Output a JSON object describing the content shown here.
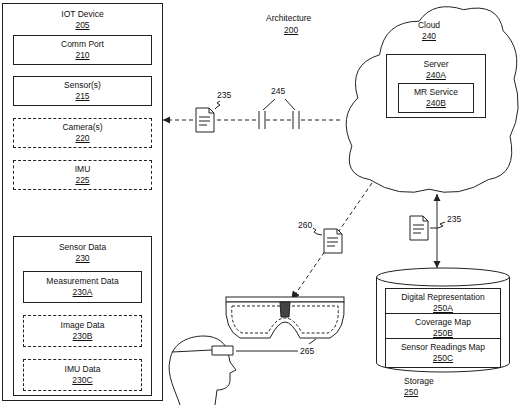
{
  "diagram": {
    "nodes": [
      {
        "text": [
          "IOT Device",
          "205"
        ]
      },
      {
        "text": [
          "Comm Port",
          "210"
        ],
        "in": 0
      },
      {
        "text": [
          "Sensor(s)",
          "215"
        ],
        "in": 0
      },
      {
        "text": [
          "Camera(s)",
          "220"
        ],
        "in": 0
      },
      {
        "text": [
          "IMU",
          "225"
        ],
        "in": 0
      },
      {
        "text": [
          "Sensor Data",
          "230"
        ],
        "in": 0
      },
      {
        "text": [
          "Measurement Data",
          "230A"
        ],
        "in": 5
      },
      {
        "text": [
          "Image Data",
          "230B"
        ],
        "in": 5
      },
      {
        "text": [
          "IMU Data",
          "230C"
        ],
        "in": 5
      },
      {
        "text": [
          "Cloud",
          "240"
        ]
      },
      {
        "text": [
          "Server",
          "240A"
        ],
        "in": 9
      },
      {
        "text": [
          "MR Service",
          "240B"
        ],
        "in": 10
      },
      {
        "text": [
          "Storage",
          "250"
        ]
      },
      {
        "text": [
          "Digital Representation",
          "250A"
        ],
        "in": 12
      },
      {
        "text": [
          "Coverage Map",
          "250B"
        ],
        "in": 12
      },
      {
        "text": [
          "Sensor Readings Map",
          "250C"
        ],
        "in": 12
      }
    ],
    "edges": [
      {
        "from": 9,
        "to": 0,
        "arrow": "to"
      },
      {
        "from": 9,
        "to": 12,
        "arrow": "both"
      }
    ],
    "labels": [
      "Architecture",
      "200",
      "235",
      "245",
      "260",
      "235",
      "265"
    ]
  }
}
